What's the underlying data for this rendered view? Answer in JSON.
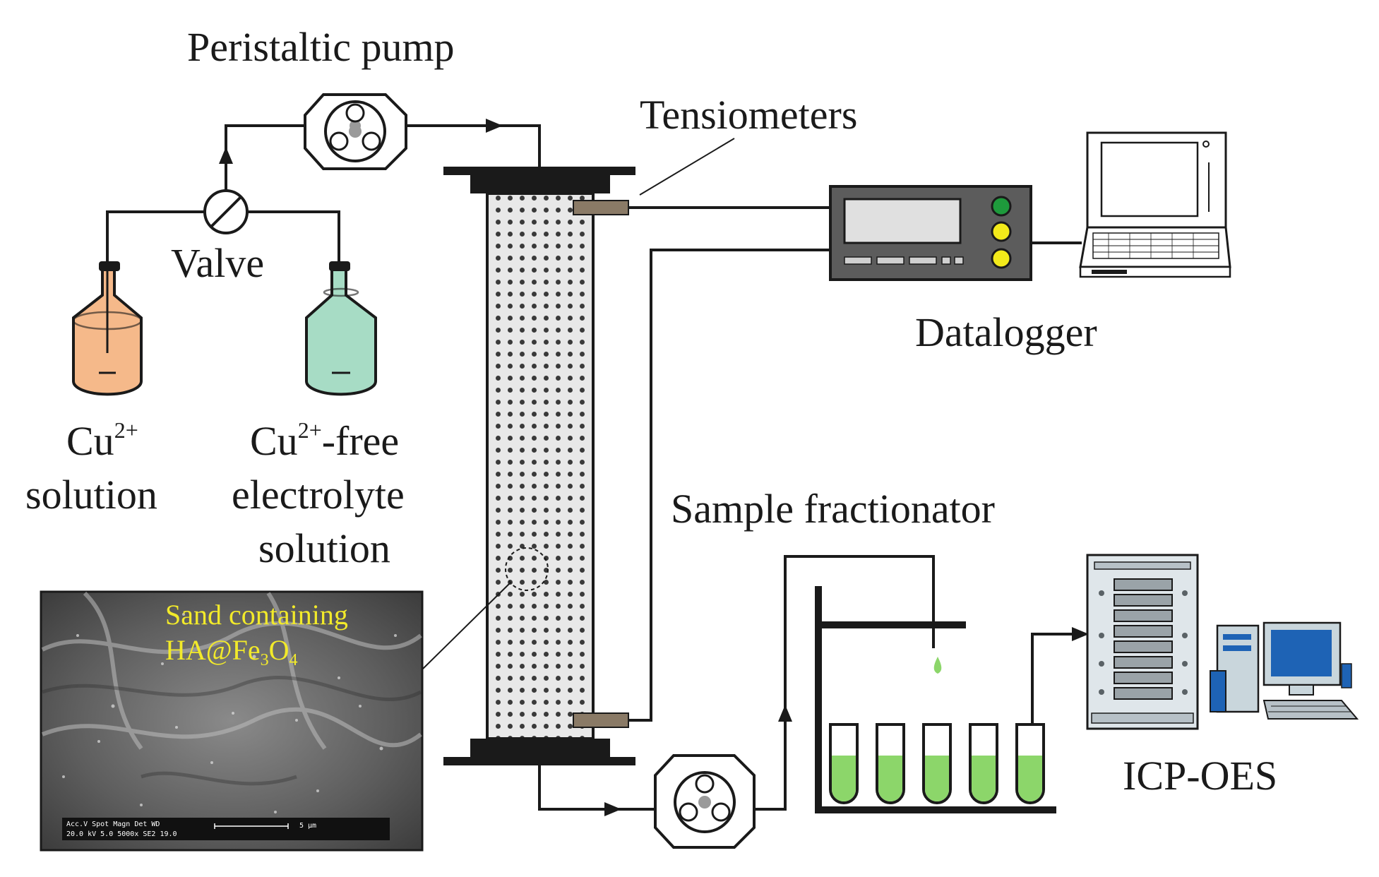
{
  "labels": {
    "pump_top": "Peristaltic pump",
    "tensiometers": "Tensiometers",
    "valve": "Valve",
    "cu_solution_line1": "Cu",
    "cu_solution_sup": "2+",
    "cu_solution_line2": "solution",
    "free_line1_base": "Cu",
    "free_line1_sup": "2+",
    "free_line1_rest": "-free",
    "free_line2": "electrolyte",
    "free_line3": "solution",
    "datalogger": "Datalogger",
    "fractionator": "Sample fractionator",
    "icp": "ICP-OES"
  },
  "sem_image": {
    "caption_line1": "Sand containing",
    "caption_line2_base": "HA@Fe",
    "caption_line2_sub1": "3",
    "caption_line2_o": "O",
    "caption_line2_sub2": "4",
    "scalebar_row1": "Acc.V  Spot Magn    Det  WD",
    "scalebar_row2": "20.0 kV 5.0  5000x   SE2  19.0",
    "scalebar_unit": "5 μm"
  },
  "colors": {
    "line": "#1a1a1a",
    "cu_solution_fill": "#f5b98a",
    "electrolyte_fill": "#a7dcc5",
    "fractionator_liquid": "#8cd66a",
    "column_fill": "#e8e8e8",
    "tensiometer": "#8a7a66",
    "led_green": "#1e9a3c",
    "led_yellow": "#f3ea1a",
    "sem_text": "#f2ea2a",
    "pump_center": "#9a9a9a"
  }
}
